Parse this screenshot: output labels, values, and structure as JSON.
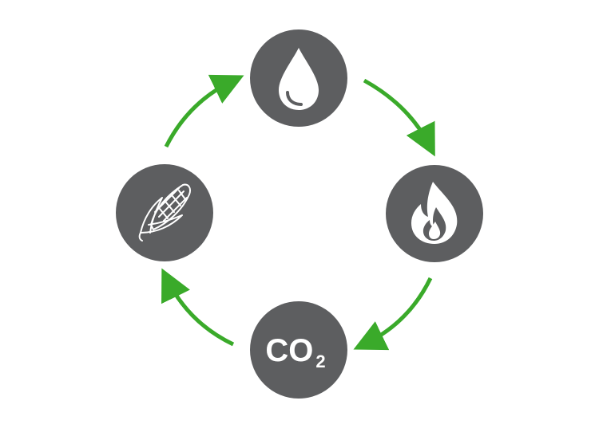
{
  "diagram": {
    "type": "cycle",
    "nodes": [
      {
        "id": "oil",
        "icon": "oil-drop-icon"
      },
      {
        "id": "fire",
        "icon": "flame-icon"
      },
      {
        "id": "co2",
        "icon": "co2-text",
        "label_main": "CO",
        "label_sub": "2"
      },
      {
        "id": "corn",
        "icon": "corn-icon"
      }
    ],
    "flow": [
      "oil",
      "fire",
      "co2",
      "corn",
      "oil"
    ],
    "colors": {
      "node_fill": "#5d5e60",
      "icon": "#ffffff",
      "arrow": "#3aaa2a",
      "background": "#ffffff"
    }
  }
}
